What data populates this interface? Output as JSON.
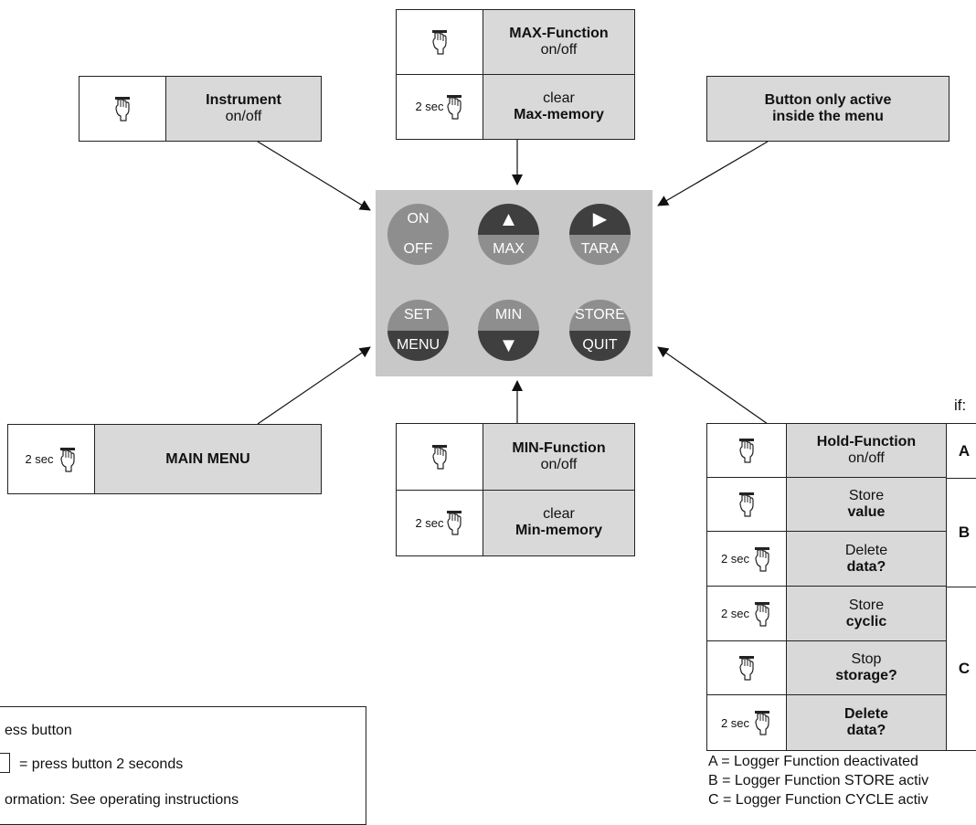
{
  "boxes": {
    "instrument": {
      "title": "Instrument",
      "sub": "on/off"
    },
    "max": {
      "row1": {
        "title": "MAX-Function",
        "sub": "on/off"
      },
      "row2": {
        "pre": "2 sec",
        "line1": "clear",
        "line2": "Max-memory"
      }
    },
    "button_only": {
      "line1": "Button only active",
      "line2": "inside the menu"
    },
    "main_menu": {
      "pre": "2 sec",
      "label": "MAIN MENU"
    },
    "min": {
      "row1": {
        "title": "MIN-Function",
        "sub": "on/off"
      },
      "row2": {
        "pre": "2 sec",
        "line1": "clear",
        "line2": "Min-memory"
      }
    }
  },
  "keypad": {
    "on": "ON",
    "off": "OFF",
    "max_arrow": "▲",
    "max": "MAX",
    "tara_arrow": "▶",
    "tara": "TARA",
    "set": "SET",
    "menu": "MENU",
    "min": "MIN",
    "min_arrow": "▼",
    "store": "STORE",
    "quit": "QUIT"
  },
  "store_table": {
    "if_label": "if:",
    "rows": [
      {
        "pre": "",
        "line1": "Hold-Function",
        "line1_bold": true,
        "line2": "on/off",
        "line2_bold": false
      },
      {
        "pre": "",
        "line1": "Store",
        "line1_bold": false,
        "line2": "value",
        "line2_bold": true
      },
      {
        "pre": "2 sec",
        "line1": "Delete",
        "line1_bold": false,
        "line2": "data?",
        "line2_bold": true
      },
      {
        "pre": "2 sec",
        "line1": "Store",
        "line1_bold": false,
        "line2": "cyclic",
        "line2_bold": true
      },
      {
        "pre": "",
        "line1": "Stop",
        "line1_bold": false,
        "line2": "storage?",
        "line2_bold": true
      },
      {
        "pre": "2 sec",
        "line1": "Delete",
        "line1_bold": true,
        "line2": "data?",
        "line2_bold": true
      }
    ],
    "groups": [
      "A",
      "B",
      "C"
    ]
  },
  "footnotes": {
    "a": "A = Logger Function deactivated",
    "b": "B = Logger Function STORE activ",
    "c": "C = Logger Function CYCLE activ"
  },
  "legend": {
    "line1": "ess button",
    "line2": "= press button 2 seconds",
    "line3": "ormation: See operating instructions"
  },
  "colors": {
    "shade": "#d9d9d9",
    "keypad": "#c8c8c8",
    "key_dark": "#3f3f3f",
    "key_light": "#8e8e8e"
  }
}
